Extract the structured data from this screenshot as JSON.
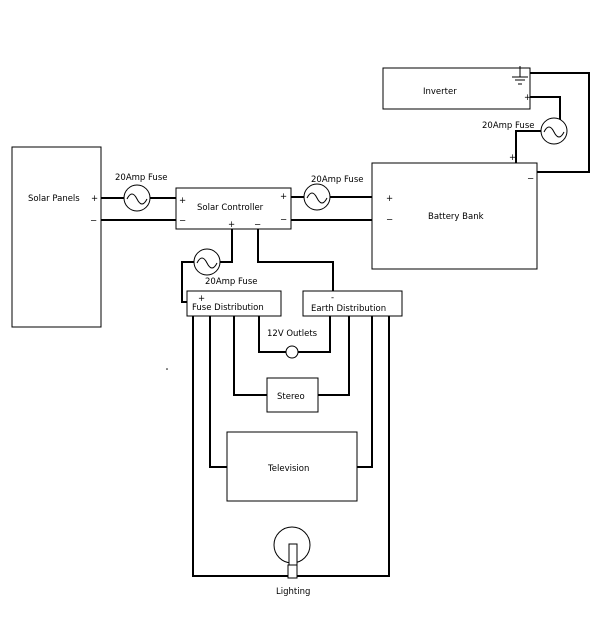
{
  "components": {
    "solar_panels": "Solar Panels",
    "solar_controller": "Solar Controller",
    "battery_bank": "Battery Bank",
    "inverter": "Inverter",
    "fuse_distribution": "Fuse Distribution",
    "earth_distribution": "Earth Distribution",
    "outlets": "12V Outlets",
    "stereo": "Stereo",
    "television": "Television",
    "lighting": "Lighting"
  },
  "fuses": {
    "solar_fuse": "20Amp Fuse",
    "battery_fuse": "20Amp Fuse",
    "inverter_fuse": "20Amp Fuse",
    "distribution_fuse": "20Amp Fuse"
  },
  "polarity": {
    "plus": "+",
    "minus": "−",
    "dash": "-"
  }
}
